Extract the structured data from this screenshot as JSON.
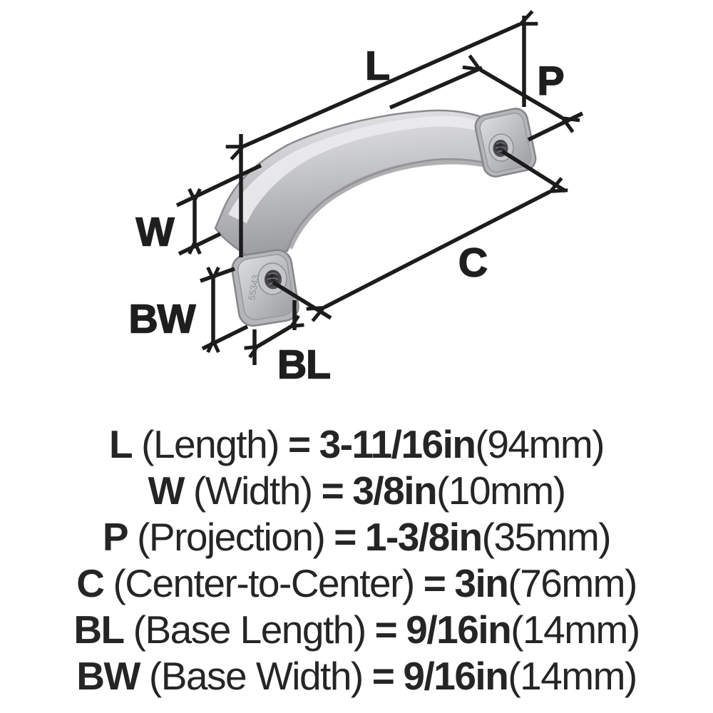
{
  "diagram": {
    "dim_labels": {
      "length": "L",
      "projection": "P",
      "width": "W",
      "center_to_center": "C",
      "base_length": "BL",
      "base_width": "BW"
    },
    "engraving": "55343"
  },
  "specs": [
    {
      "code": "L",
      "desc": "(Length)",
      "eq": "=",
      "value_in": "3-11/16in",
      "value_mm": "(94mm)"
    },
    {
      "code": "W",
      "desc": "(Width)",
      "eq": "=",
      "value_in": "3/8in",
      "value_mm": "(10mm)"
    },
    {
      "code": "P",
      "desc": "(Projection)",
      "eq": "=",
      "value_in": "1-3/8in",
      "value_mm": "(35mm)"
    },
    {
      "code": "C",
      "desc": "(Center-to-Center)",
      "eq": "=",
      "value_in": "3in",
      "value_mm": "(76mm)"
    },
    {
      "code": "BL",
      "desc": "(Base Length)",
      "eq": "=",
      "value_in": "9/16in",
      "value_mm": "(14mm)"
    },
    {
      "code": "BW",
      "desc": "(Base Width)",
      "eq": "=",
      "value_in": "9/16in",
      "value_mm": "(14mm)"
    }
  ],
  "colors": {
    "line": "#1c1c1c",
    "text": "#252525",
    "metal_light": "#e8e8ea",
    "metal_mid": "#c6c7c9",
    "metal_dark": "#9c9da0",
    "background": "#ffffff"
  }
}
